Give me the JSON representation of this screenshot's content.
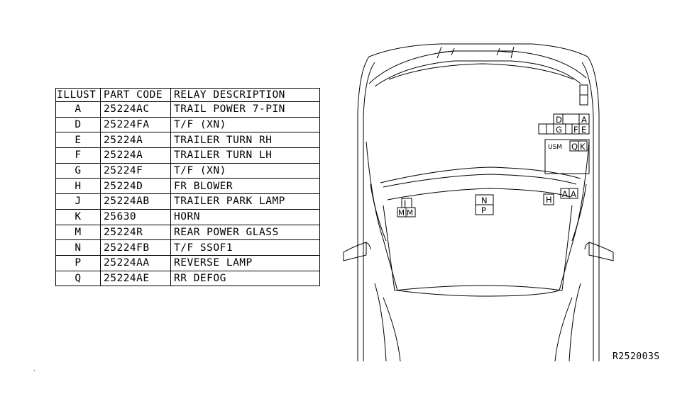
{
  "table": {
    "headers": [
      "ILLUST",
      "PART CODE",
      "RELAY DESCRIPTION"
    ],
    "rows": [
      {
        "illust": "A",
        "code": "25224AC",
        "desc": "TRAIL POWER 7-PIN"
      },
      {
        "illust": "D",
        "code": "25224FA",
        "desc": "T/F (XN)"
      },
      {
        "illust": "E",
        "code": "25224A",
        "desc": "TRAILER TURN RH"
      },
      {
        "illust": "F",
        "code": "25224A",
        "desc": "TRAILER TURN LH"
      },
      {
        "illust": "G",
        "code": "25224F",
        "desc": "T/F (XN)"
      },
      {
        "illust": "H",
        "code": "25224D",
        "desc": "FR BLOWER"
      },
      {
        "illust": "J",
        "code": "25224AB",
        "desc": "TRAILER PARK LAMP"
      },
      {
        "illust": "K",
        "code": "25630",
        "desc": "HORN"
      },
      {
        "illust": "M",
        "code": "25224R",
        "desc": "REAR POWER GLASS"
      },
      {
        "illust": "N",
        "code": "25224FB",
        "desc": "T/F SSOF1"
      },
      {
        "illust": "P",
        "code": "25224AA",
        "desc": "REVERSE LAMP"
      },
      {
        "illust": "Q",
        "code": "25224AE",
        "desc": "RR DEFOG"
      }
    ]
  },
  "diagram": {
    "labels": {
      "d": "D",
      "a_top": "A",
      "g": "G",
      "f": "F",
      "e": "E",
      "usm": "USM",
      "q": "Q",
      "k": "K",
      "j": "J",
      "m1": "M",
      "m2": "M",
      "n": "N",
      "p": "P",
      "h": "H",
      "a1": "A",
      "a2": "A"
    }
  },
  "reference_code": "R252003S"
}
